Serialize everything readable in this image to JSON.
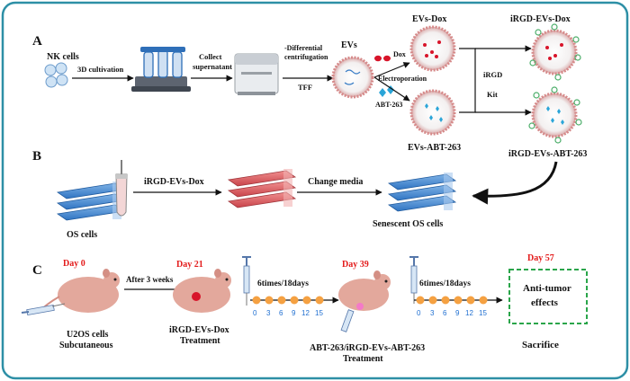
{
  "panels": {
    "a": "A",
    "b": "B",
    "c": "C"
  },
  "a": {
    "nk_cells": "NK cells",
    "cultivation": "3D cultivation",
    "collect_1": "Collect",
    "collect_2": "supernatant",
    "diff_1": "-Differential",
    "diff_2": "centrifugation",
    "tff": "TFF",
    "evs": "EVs",
    "dox": "Dox",
    "electroporation": "Electroporation",
    "abt263": "ABT-263",
    "evs_dox": "EVs-Dox",
    "evs_abt263": "EVs-ABT-263",
    "irgd": "iRGD",
    "kit": "Kit",
    "irgd_evs_dox": "iRGD-EVs-Dox",
    "irgd_evs_abt263": "iRGD-EVs-ABT-263"
  },
  "b": {
    "irgd_evs_dox": "iRGD-EVs-Dox",
    "change_media": "Change media",
    "os_cells": "OS cells",
    "senescent": "Senescent OS cells"
  },
  "c": {
    "day0": "Day 0",
    "after3weeks": "After 3 weeks",
    "day21": "Day 21",
    "schedule_1": "6times/18days",
    "day39": "Day 39",
    "schedule_2": "6times/18days",
    "day57": "Day 57",
    "ticks": [
      "0",
      "3",
      "6",
      "9",
      "12",
      "15"
    ],
    "u2os_1": "U2OS cells",
    "u2os_2": "Subcutaneous",
    "irgd_treat_1": "iRGD-EVs-Dox",
    "irgd_treat_2": "Treatment",
    "abt_treat_1": "ABT-263/iRGD-EVs-ABT-263",
    "abt_treat_2": "Treatment",
    "antitumor_1": "Anti-tumor",
    "antitumor_2": "effects",
    "sacrifice": "Sacrifice"
  },
  "colors": {
    "frame": "#2d8fa6",
    "day_red": "#e31b1b",
    "dot_orange": "#f5a142",
    "dashed_green": "#2aa54a",
    "flask_blue": "#4d8fd6",
    "flask_red": "#d9565b",
    "mouse_pink": "#e3a89c"
  }
}
